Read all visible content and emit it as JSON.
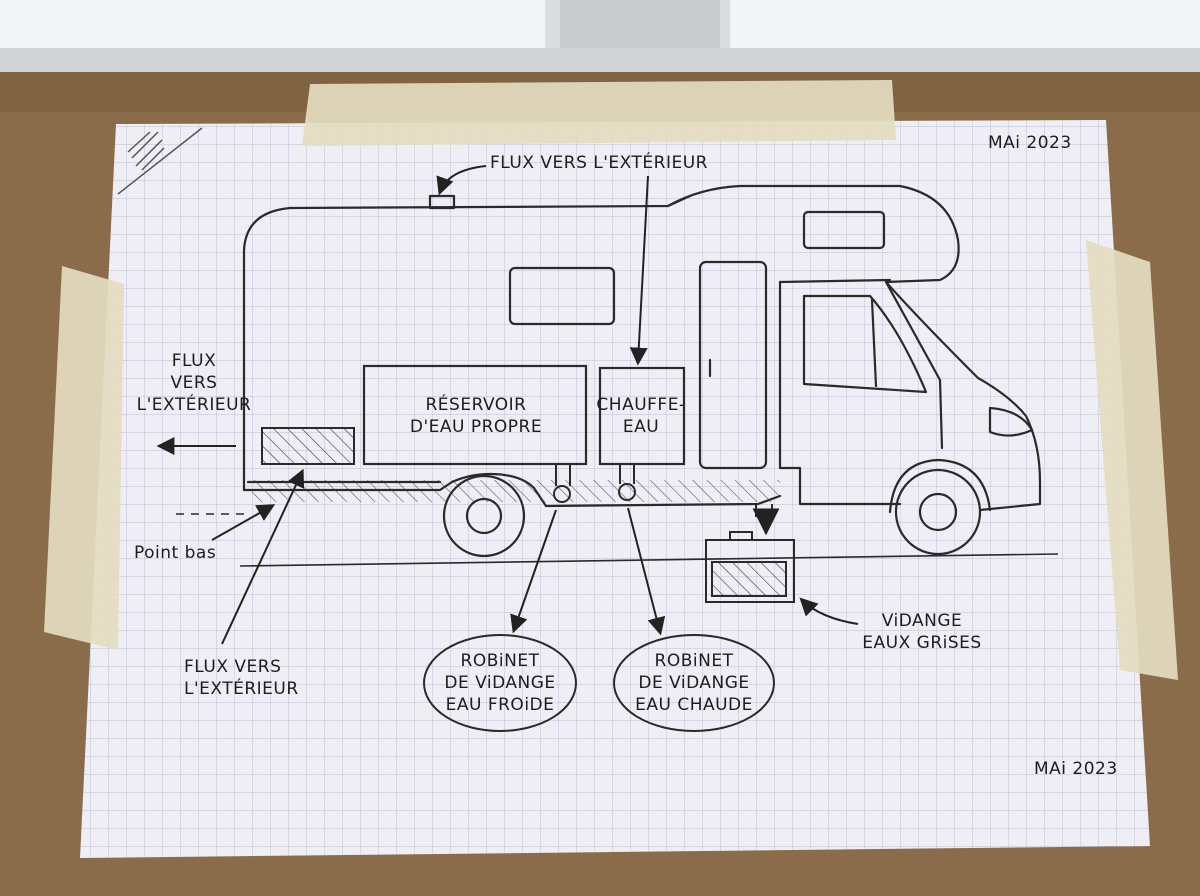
{
  "date_top": "MAi 2023",
  "date_bottom": "MAi 2023",
  "labels": {
    "roof_flux": "FLUX VERS L'EXTÉRIEUR",
    "left_flux": [
      "FLUX",
      "VERS",
      "L'EXTÉRIEUR"
    ],
    "point_bas": "Point bas",
    "bottom_flux": [
      "FLUX VERS",
      "L'EXTÉRIEUR"
    ],
    "reservoir": [
      "RÉSERVOIR",
      "D'EAU PROPRE"
    ],
    "chauffe_eau": [
      "CHAUFFE-",
      "EAU"
    ],
    "robinet_froide": [
      "ROBiNET",
      "DE ViDANGE",
      "EAU FROiDE"
    ],
    "robinet_chaude": [
      "ROBiNET",
      "DE ViDANGE",
      "EAU CHAUDE"
    ],
    "vidange": [
      "ViDANGE",
      "EAUX GRiSES"
    ]
  },
  "colors": {
    "wood": "#8a6c4a",
    "paper": "#eeeef4",
    "grid": "#b7bfd6",
    "tape": "#e4dcc0",
    "pencil": "#2a2a2a"
  }
}
